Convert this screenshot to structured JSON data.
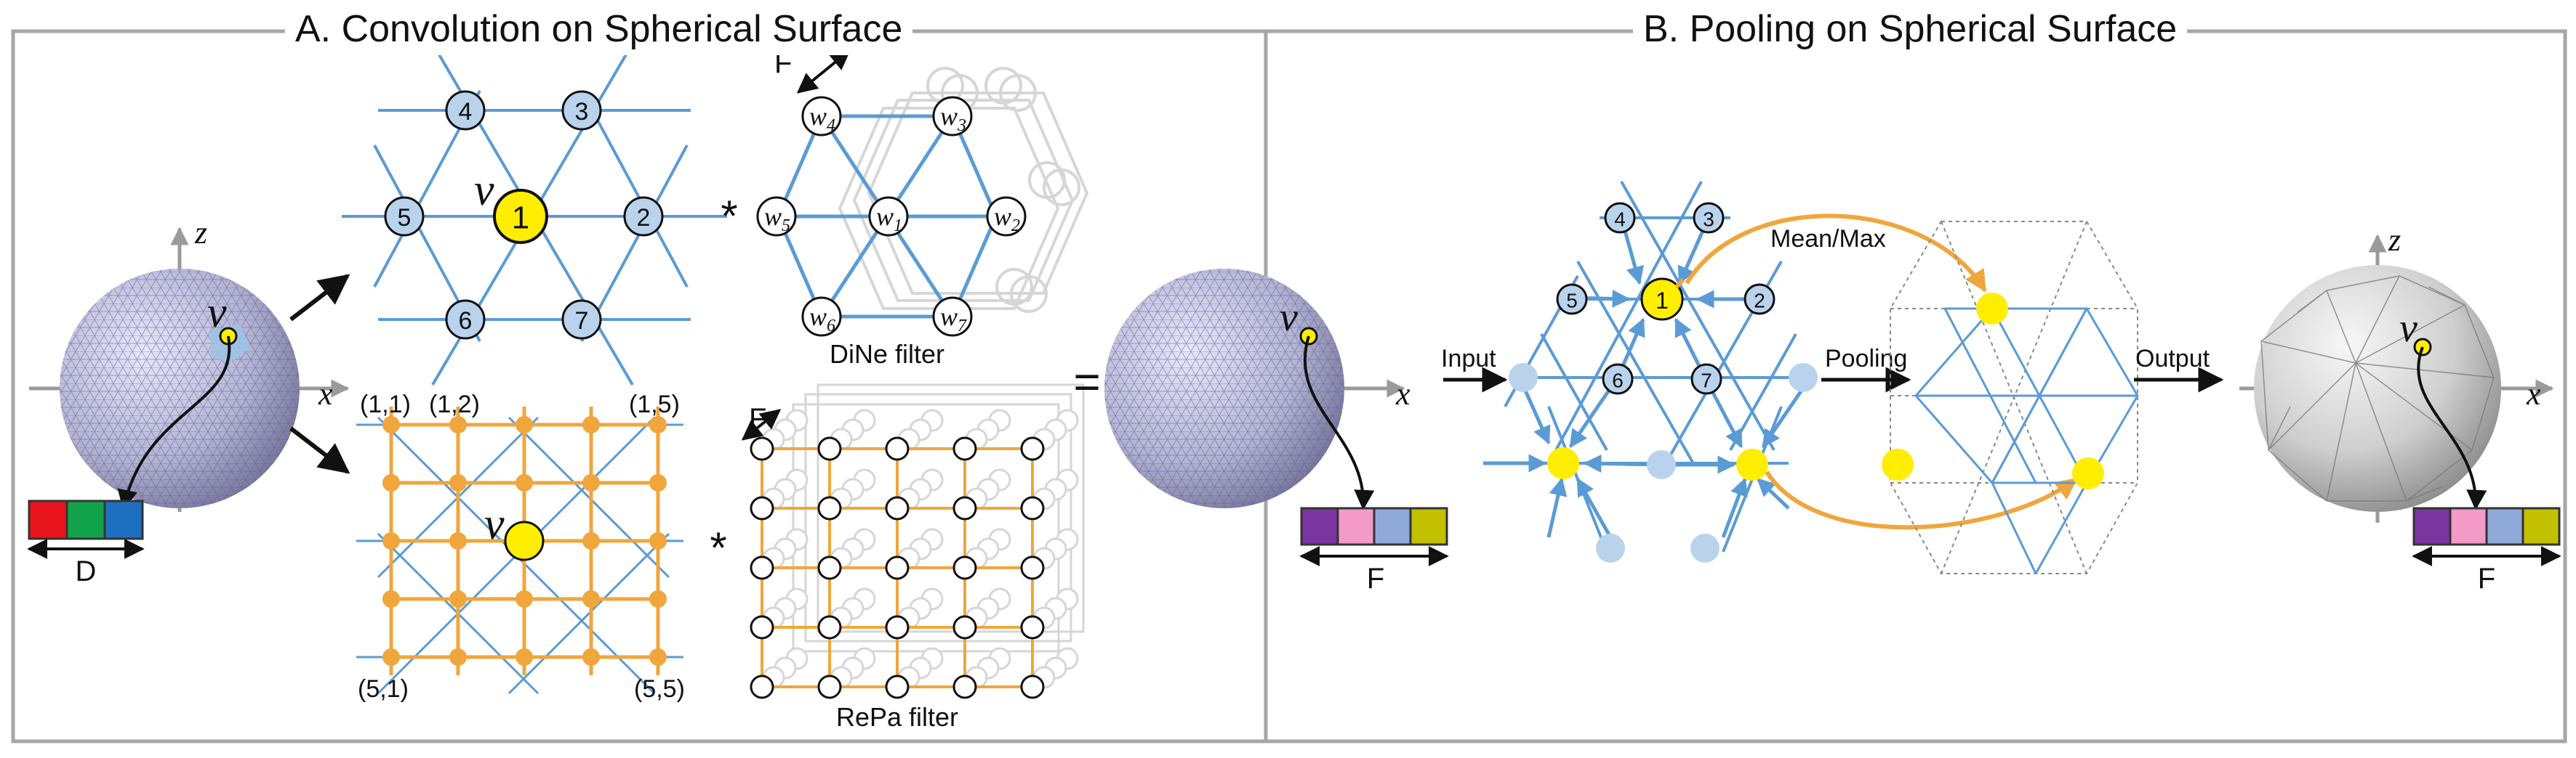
{
  "panels": {
    "a_title": "A. Convolution on Spherical Surface",
    "b_title": "B. Pooling on Spherical Surface"
  },
  "axes": {
    "x": "x",
    "z": "z",
    "vertex": "v"
  },
  "dine": {
    "center": "1",
    "neighbors": [
      "2",
      "3",
      "4",
      "5",
      "6",
      "7"
    ],
    "filter_label": "DiNe filter",
    "weights": [
      {
        "w": "w",
        "sub": "1"
      },
      {
        "w": "w",
        "sub": "2"
      },
      {
        "w": "w",
        "sub": "3"
      },
      {
        "w": "w",
        "sub": "4"
      },
      {
        "w": "w",
        "sub": "5"
      },
      {
        "w": "w",
        "sub": "6"
      },
      {
        "w": "w",
        "sub": "7"
      }
    ],
    "depth_label": "F"
  },
  "repa": {
    "corner_labels": [
      "(1,1)",
      "(1,2)",
      "(1,5)",
      "(5,1)",
      "(5,5)"
    ],
    "filter_label": "RePa filter",
    "depth_label": "F"
  },
  "operators": {
    "star": "*",
    "equals": "="
  },
  "features": {
    "input_label": "D",
    "input_colors": [
      "#e8141b",
      "#12a24a",
      "#1e6fbf"
    ],
    "output_label": "F",
    "output_colors": [
      "#7a35a0",
      "#f39ac8",
      "#8fa9d9",
      "#c2c000"
    ]
  },
  "pooling": {
    "input_label": "Input",
    "pooling_label": "Pooling",
    "output_label": "Output",
    "method_label": "Mean/Max",
    "neighbors": [
      "1",
      "2",
      "3",
      "4",
      "5",
      "6",
      "7"
    ]
  },
  "colors": {
    "node": "#b9d3ec",
    "highlight": "#ffee00",
    "edge": "#5b9bd5",
    "orange": "#f0a63c",
    "frame": "#a6a6a6"
  }
}
